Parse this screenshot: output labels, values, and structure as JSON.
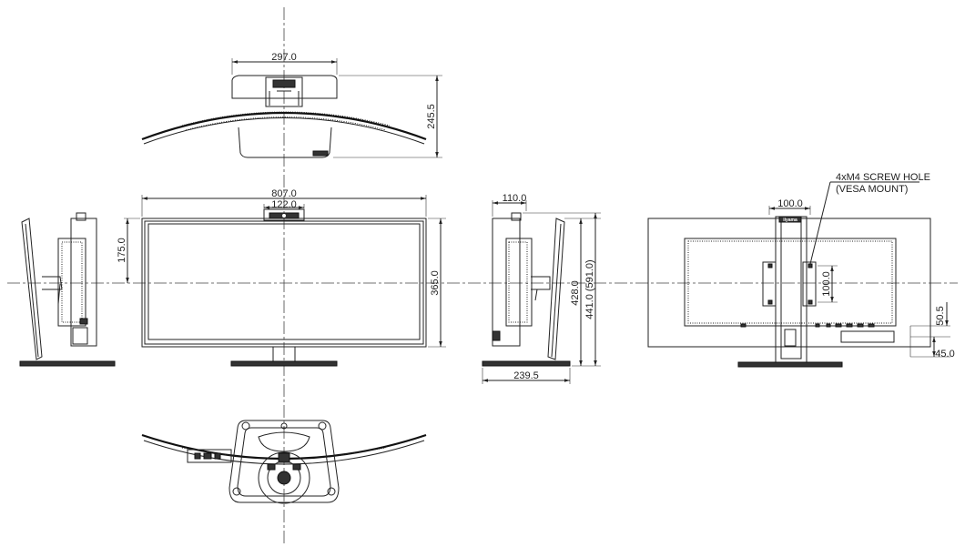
{
  "dimensions": {
    "top_width": "297.0",
    "top_depth": "245.5",
    "front_width": "807.0",
    "camera_width": "122.0",
    "front_screen_height": "175.0",
    "front_height": "365.0",
    "side_depth_top": "110.0",
    "side_height_min": "428.0",
    "side_height_max": "441.0 (591.0)",
    "side_base_depth": "239.5",
    "vesa_width": "100.0",
    "vesa_height": "100.0",
    "bottom_offset_a": "50.5",
    "bottom_offset_b": "45.0"
  },
  "notes": {
    "screw_hole": "4xM4 SCREW HOLE",
    "vesa_mount": "(VESA MOUNT)"
  },
  "logo": "iiyama"
}
